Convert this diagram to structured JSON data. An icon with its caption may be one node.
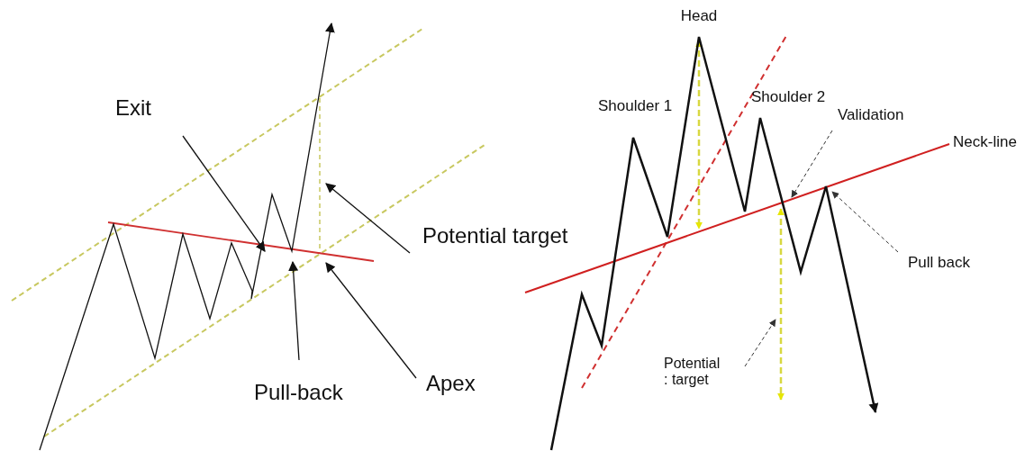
{
  "diagram": {
    "nodes": [
      {
        "text": [
          "Exit"
        ]
      },
      {
        "text": [
          "Potential target"
        ]
      },
      {
        "text": [
          "Pull-back"
        ]
      },
      {
        "text": [
          "Apex"
        ]
      },
      {
        "text": [
          "Validation"
        ]
      },
      {
        "text": [
          "Pull back"
        ]
      },
      {
        "text": [
          "Potential : target"
        ]
      }
    ],
    "edges": [
      {
        "from": 0,
        "to": null,
        "arrow": "to"
      },
      {
        "from": 1,
        "to": null,
        "arrow": "to"
      },
      {
        "from": 2,
        "to": null,
        "arrow": "to"
      },
      {
        "from": 3,
        "to": null,
        "arrow": "to"
      },
      {
        "from": 4,
        "to": null,
        "arrow": "to",
        "style": "dashed"
      },
      {
        "from": 5,
        "to": null,
        "arrow": "to",
        "style": "dashed"
      },
      {
        "from": 6,
        "to": null,
        "arrow": "to",
        "style": "dashed"
      }
    ],
    "labels": [
      "Head",
      "Shoulder 1",
      "Shoulder 2",
      "Neck-line"
    ]
  }
}
